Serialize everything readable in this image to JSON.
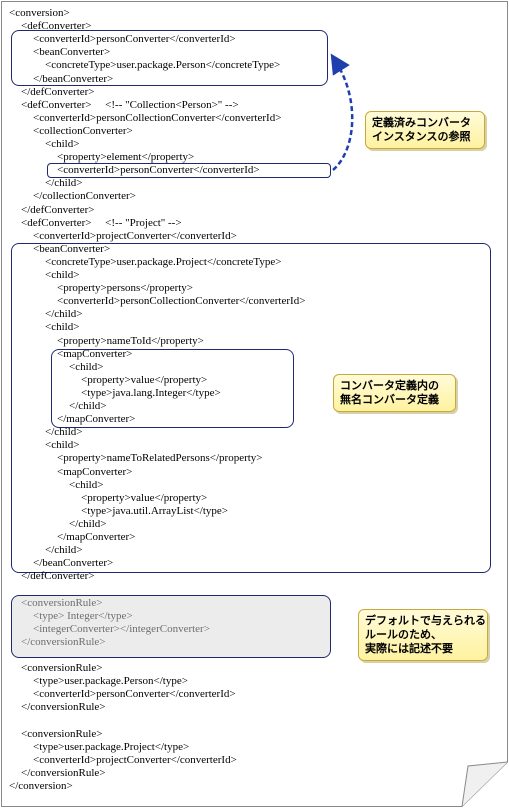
{
  "lines": [
    {
      "text": "<conversion>",
      "indent": 0,
      "style": "normal"
    },
    {
      "text": "<defConverter>",
      "indent": 1,
      "style": "normal"
    },
    {
      "text": "<converterId>personConverter</converterId>",
      "indent": 2,
      "style": "normal"
    },
    {
      "text": "<beanConverter>",
      "indent": 2,
      "style": "normal"
    },
    {
      "text": "<concreteType>user.package.Person</concreteType>",
      "indent": 3,
      "style": "normal"
    },
    {
      "text": "</beanConverter>",
      "indent": 2,
      "style": "normal"
    },
    {
      "text": "</defConverter>",
      "indent": 1,
      "style": "normal"
    },
    {
      "text": "<defConverter>     <!-- \"Collection<Person>\" -->",
      "indent": 1,
      "style": "normal"
    },
    {
      "text": "<converterId>personCollectionConverter</converterId>",
      "indent": 2,
      "style": "normal"
    },
    {
      "text": "<collectionConverter>",
      "indent": 2,
      "style": "normal"
    },
    {
      "text": "<child>",
      "indent": 3,
      "style": "normal"
    },
    {
      "text": "<property>element</property>",
      "indent": 4,
      "style": "normal"
    },
    {
      "text": "<converterId>personConverter</converterId>",
      "indent": 4,
      "style": "normal"
    },
    {
      "text": "</child>",
      "indent": 3,
      "style": "normal"
    },
    {
      "text": "</collectionConverter>",
      "indent": 2,
      "style": "normal"
    },
    {
      "text": "</defConverter>",
      "indent": 1,
      "style": "normal"
    },
    {
      "text": "<defConverter>     <!-- \"Project\" -->",
      "indent": 1,
      "style": "normal"
    },
    {
      "text": "<converterId>projectConverter</converterId>",
      "indent": 2,
      "style": "normal"
    },
    {
      "text": "<beanConverter>",
      "indent": 2,
      "style": "normal"
    },
    {
      "text": "<concreteType>user.package.Project</concreteType>",
      "indent": 3,
      "style": "normal"
    },
    {
      "text": "<child>",
      "indent": 3,
      "style": "normal"
    },
    {
      "text": "<property>persons</property>",
      "indent": 4,
      "style": "normal"
    },
    {
      "text": "<converterId>personCollectionConverter</converterId>",
      "indent": 4,
      "style": "normal"
    },
    {
      "text": "</child>",
      "indent": 3,
      "style": "normal"
    },
    {
      "text": "<child>",
      "indent": 3,
      "style": "normal"
    },
    {
      "text": "<property>nameToId</property>",
      "indent": 4,
      "style": "normal"
    },
    {
      "text": "<mapConverter>",
      "indent": 4,
      "style": "normal"
    },
    {
      "text": "<child>",
      "indent": 5,
      "style": "normal"
    },
    {
      "text": "<property>value</property>",
      "indent": 6,
      "style": "normal"
    },
    {
      "text": "<type>java.lang.Integer</type>",
      "indent": 6,
      "style": "normal"
    },
    {
      "text": "</child>",
      "indent": 5,
      "style": "normal"
    },
    {
      "text": "</mapConverter>",
      "indent": 4,
      "style": "normal"
    },
    {
      "text": "</child>",
      "indent": 3,
      "style": "normal"
    },
    {
      "text": "<child>",
      "indent": 3,
      "style": "normal"
    },
    {
      "text": "<property>nameToRelatedPersons</property>",
      "indent": 4,
      "style": "normal"
    },
    {
      "text": "<mapConverter>",
      "indent": 4,
      "style": "normal"
    },
    {
      "text": "<child>",
      "indent": 5,
      "style": "normal"
    },
    {
      "text": "<property>value</property>",
      "indent": 6,
      "style": "normal"
    },
    {
      "text": "<type>java.util.ArrayList</type>",
      "indent": 6,
      "style": "normal"
    },
    {
      "text": "</child>",
      "indent": 5,
      "style": "normal"
    },
    {
      "text": "</mapConverter>",
      "indent": 4,
      "style": "normal"
    },
    {
      "text": "</child>",
      "indent": 3,
      "style": "normal"
    },
    {
      "text": "</beanConverter>",
      "indent": 2,
      "style": "normal"
    },
    {
      "text": "</defConverter>",
      "indent": 1,
      "style": "normal"
    },
    {
      "text": "",
      "indent": 0,
      "style": "blank"
    },
    {
      "text": "<conversionRule>",
      "indent": 1,
      "style": "gray"
    },
    {
      "text": "<type> Integer</type>",
      "indent": 2,
      "style": "gray"
    },
    {
      "text": "<integerConverter></integerConverter>",
      "indent": 2,
      "style": "gray"
    },
    {
      "text": "</conversionRule>",
      "indent": 1,
      "style": "gray"
    },
    {
      "text": "",
      "indent": 0,
      "style": "blank"
    },
    {
      "text": "<conversionRule>",
      "indent": 1,
      "style": "normal"
    },
    {
      "text": "<type>user.package.Person</type>",
      "indent": 2,
      "style": "normal"
    },
    {
      "text": "<converterId>personConverter</converterId>",
      "indent": 2,
      "style": "normal"
    },
    {
      "text": "</conversionRule>",
      "indent": 1,
      "style": "normal"
    },
    {
      "text": "",
      "indent": 0,
      "style": "blank"
    },
    {
      "text": "<conversionRule>",
      "indent": 1,
      "style": "normal"
    },
    {
      "text": "<type>user.package.Project</type>",
      "indent": 2,
      "style": "normal"
    },
    {
      "text": "<converterId>projectConverter</converterId>",
      "indent": 2,
      "style": "normal"
    },
    {
      "text": "</conversionRule>",
      "indent": 1,
      "style": "normal"
    },
    {
      "text": "</conversion>",
      "indent": 0,
      "style": "normal"
    }
  ],
  "callouts": {
    "predefined": [
      "定義済みコンバータ",
      "インスタンスの参照"
    ],
    "anonymous": [
      "コンバータ定義内の",
      "無名コンバータ定義"
    ],
    "default_rule": [
      "デフォルトで与えられる",
      "ルールのため、",
      "実際には記述不要"
    ]
  },
  "colors": {
    "box_border": "#1f2a6e",
    "arrow": "#1f3fae",
    "callout_fill": "#fff5b0",
    "shaded_box": "#ececec"
  }
}
